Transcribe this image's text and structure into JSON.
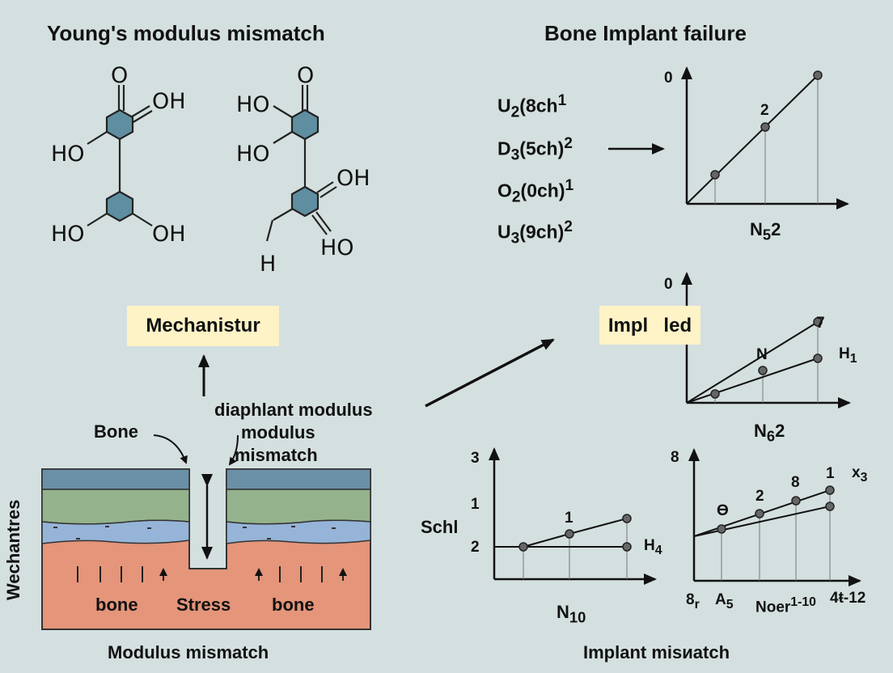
{
  "titles": {
    "left": "Young's modulus mismatch",
    "right": "Bone Implant failure"
  },
  "molecule_left": {
    "top_o": "O",
    "oh_right": "OH",
    "ho_left": "HO",
    "ho_bottom_left": "HO",
    "oh_bottom_right": "OH"
  },
  "molecule_right": {
    "top_o": "O",
    "ho_top": "HO",
    "ho_mid": "HO",
    "oh_right": "OH",
    "h_label": "H",
    "ho_bottom": "HO"
  },
  "equations": [
    {
      "base": "U",
      "sub": "2",
      "rest": "(8ch",
      "sup": "1"
    },
    {
      "base": "D",
      "sub": "3",
      "rest": "(5ch)",
      "sup": "2"
    },
    {
      "base": "O",
      "sub": "2",
      "rest": "(0ch)",
      "sup": "1"
    },
    {
      "base": "U",
      "sub": "3",
      "rest": "(9ch)",
      "sup": "2"
    }
  ],
  "boxes": {
    "mechanism": "Mechanistur",
    "implied": "Implled"
  },
  "cross_section": {
    "bone_label": "Bone",
    "annotation_line1": "diaphlant modulus",
    "annotation_line2": "modulus",
    "annotation_line3": "mismatch",
    "side_label": "Wechantres",
    "bone_left": "bone",
    "stress": "Stress",
    "bone_right": "bone",
    "caption": "Modulus mismatch"
  },
  "chart1": {
    "y_top": "0",
    "mid_point_label": "2",
    "x_label_base": "N",
    "x_label_sub": "5",
    "x_label_rest": "2"
  },
  "chart2": {
    "y_top": "0",
    "top_point_label": "7",
    "n_label": "N",
    "h_label_base": "H",
    "h_label_sub": "1",
    "x_label_base": "N",
    "x_label_sub": "6",
    "x_label_rest": "2"
  },
  "chart3": {
    "y_3": "3",
    "y_1": "1",
    "y_2": "2",
    "side": "Schl",
    "point_label": "1",
    "h_label_base": "H",
    "h_label_sub": "4",
    "x_label_base": "N",
    "x_label_sub": "10"
  },
  "chart4": {
    "y_8": "8",
    "p0": "Ɵ",
    "p2": "2",
    "p8": "8",
    "p1": "1",
    "x3_base": "x",
    "x3_sub": "3",
    "t1_base": "8",
    "t1_sub": "r",
    "t2_base": "A",
    "t2_sub": "5",
    "t3": "Noer",
    "t3_sup": "1-10",
    "t4": "4ŧ-12",
    "caption": "Implant misиatch"
  },
  "colors": {
    "background": "#d4dfe0",
    "hexagon": "#5f8ea0",
    "layer_top": "#6a90a6",
    "layer_green": "#94b38c",
    "layer_blue": "#96b4d8",
    "layer_bone": "#e4957a",
    "label_box": "#fdf3c6"
  }
}
